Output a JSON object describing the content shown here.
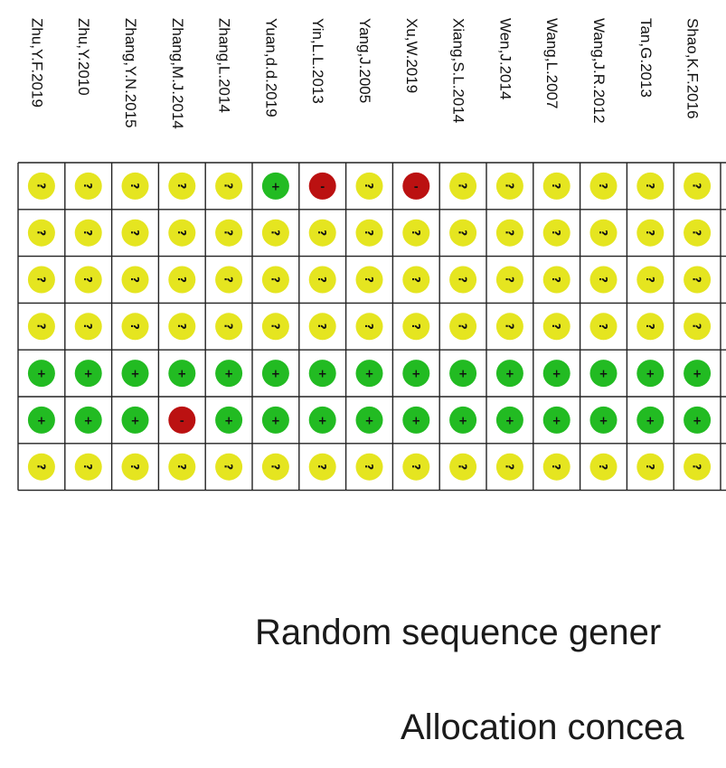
{
  "chart_data": {
    "type": "table",
    "studies": [
      "Zhu,Y.F.2019",
      "Zhu,Y.2010",
      "Zhang,Y.N.2015",
      "Zhang,M.J.2014",
      "Zhang,L.2014",
      "Yuan,d.d.2019",
      "Yin,L.L.2013",
      "Yang,J.2005",
      "Xu,W.2019",
      "Xiang,S.L.2014",
      "Wen,J.2014",
      "Wang,L.2007",
      "Wang,J.R.2012",
      "Tan,G.2013",
      "Shao,K.F.2016"
    ],
    "domains": [
      "Random sequence gener",
      "Allocation concea"
    ],
    "judgement_symbols": {
      "low": "+",
      "unclear": "?",
      "high": "-"
    },
    "judgement_colors": {
      "low": "#22bb22",
      "unclear": "#e5e520",
      "high": "#bb1111"
    },
    "rows": [
      [
        "unclear",
        "unclear",
        "unclear",
        "unclear",
        "unclear",
        "low",
        "high",
        "unclear",
        "high",
        "unclear",
        "unclear",
        "unclear",
        "unclear",
        "unclear",
        "unclear"
      ],
      [
        "unclear",
        "unclear",
        "unclear",
        "unclear",
        "unclear",
        "unclear",
        "unclear",
        "unclear",
        "unclear",
        "unclear",
        "unclear",
        "unclear",
        "unclear",
        "unclear",
        "unclear"
      ],
      [
        "unclear",
        "unclear",
        "unclear",
        "unclear",
        "unclear",
        "unclear",
        "unclear",
        "unclear",
        "unclear",
        "unclear",
        "unclear",
        "unclear",
        "unclear",
        "unclear",
        "unclear"
      ],
      [
        "unclear",
        "unclear",
        "unclear",
        "unclear",
        "unclear",
        "unclear",
        "unclear",
        "unclear",
        "unclear",
        "unclear",
        "unclear",
        "unclear",
        "unclear",
        "unclear",
        "unclear"
      ],
      [
        "low",
        "low",
        "low",
        "low",
        "low",
        "low",
        "low",
        "low",
        "low",
        "low",
        "low",
        "low",
        "low",
        "low",
        "low"
      ],
      [
        "low",
        "low",
        "low",
        "high",
        "low",
        "low",
        "low",
        "low",
        "low",
        "low",
        "low",
        "low",
        "low",
        "low",
        "low"
      ],
      [
        "unclear",
        "unclear",
        "unclear",
        "unclear",
        "unclear",
        "unclear",
        "unclear",
        "unclear",
        "unclear",
        "unclear",
        "unclear",
        "unclear",
        "unclear",
        "unclear",
        "unclear"
      ]
    ]
  }
}
